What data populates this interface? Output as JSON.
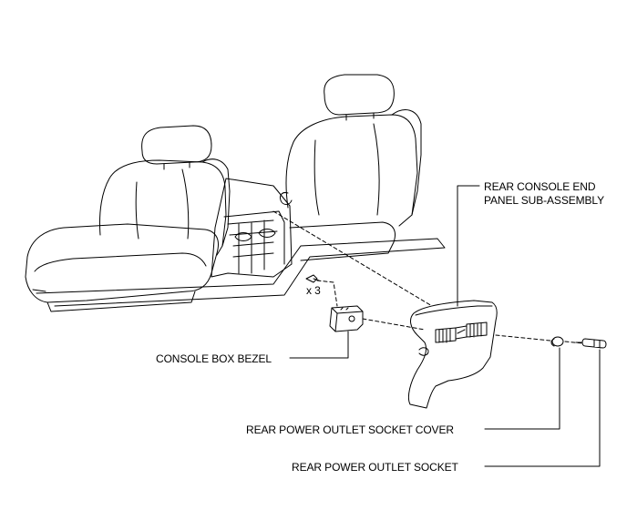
{
  "labels": {
    "end_panel_line1": "REAR CONSOLE END",
    "end_panel_line2": "PANEL SUB-ASSEMBLY",
    "console_box_bezel": "CONSOLE BOX BEZEL",
    "socket_cover": "REAR POWER OUTLET SOCKET COVER",
    "socket": "REAR POWER OUTLET SOCKET",
    "screw_qty": "x 3"
  }
}
